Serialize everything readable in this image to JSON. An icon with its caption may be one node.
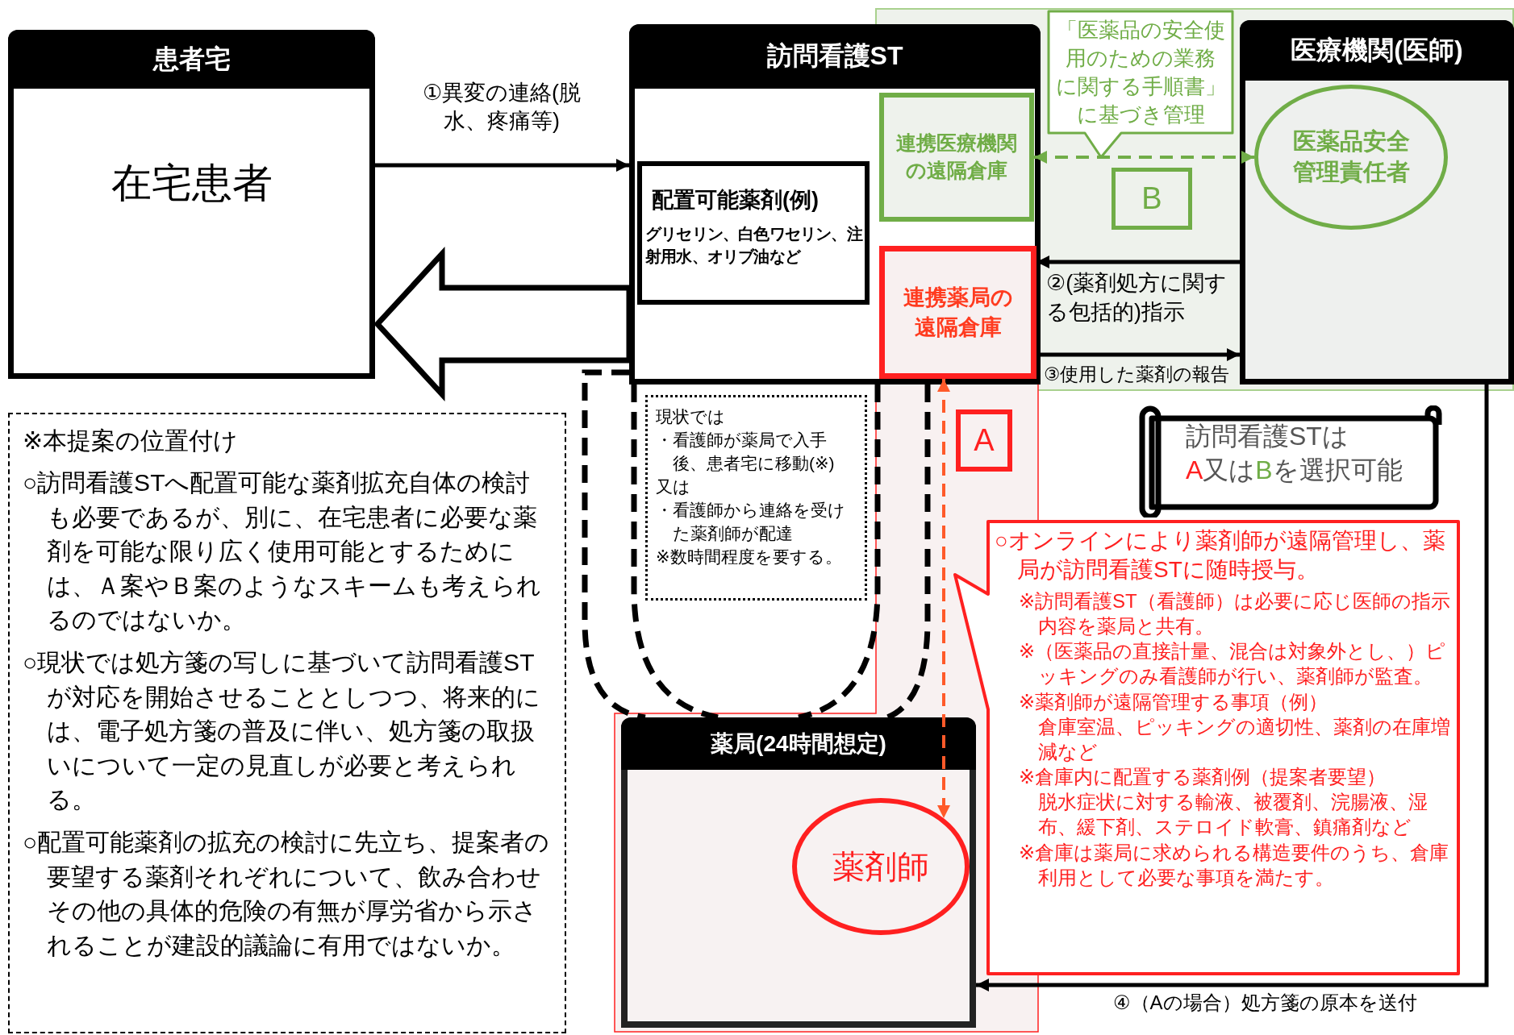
{
  "diagram": {
    "nodes": [
      {
        "text": [
          "患者宅",
          "在宅患者"
        ]
      },
      {
        "text": [
          "訪問看護ST"
        ]
      },
      {
        "text": [
          "配置可能薬剤(例)",
          "グリセリン、白色ワセリン、注射用水、オリブ油など"
        ],
        "in": 1
      },
      {
        "text": [
          "連携医療機関の遠隔倉庫"
        ],
        "in": 1
      },
      {
        "text": [
          "連携薬局の遠隔倉庫"
        ],
        "in": 1
      },
      {
        "text": [
          "医療機関(医師)"
        ]
      },
      {
        "text": [
          "医薬品安全管理責任者"
        ],
        "in": 5
      },
      {
        "text": [
          "「医薬品の安全使用のための業務に関する手順書」に基づき管理"
        ]
      },
      {
        "text": [
          "B"
        ]
      },
      {
        "text": [
          "A"
        ]
      },
      {
        "text": [
          "現状では",
          "・看護師が薬局で入手後、患者宅に移動(※)",
          "又は",
          "・看護師から連絡を受けた薬剤師が配達",
          "※数時間程度を要する。"
        ]
      },
      {
        "text": [
          "薬局(24時間想定)"
        ]
      },
      {
        "text": [
          "薬剤師"
        ],
        "in": 11
      },
      {
        "text": [
          "訪問看護STは",
          "A",
          "又は",
          "B",
          "を選択可能"
        ]
      },
      {
        "text": [
          "○オンラインにより薬剤師が遠隔管理し、薬局が訪問看護STに随時授与。",
          "※訪問看護ST（看護師）は必要に応じ医師の指示内容を薬局と共有。",
          "※（医薬品の直接計量、混合は対象外とし、）ピッキングのみ看護師が行い、薬剤師が監査。",
          "※薬剤師が遠隔管理する事項（例）",
          "倉庫室温、ピッキングの適切性、薬剤の在庫増減など",
          "※倉庫内に配置する薬剤例（提案者要望）",
          "脱水症状に対する輸液、被覆剤、浣腸液、湿布、緩下剤、ステロイド軟膏、鎮痛剤など",
          "※倉庫は薬局に求められる構造要件のうち、倉庫利用として必要な事項を満たす。"
        ]
      },
      {
        "text": [
          "※本提案の位置付け",
          "○訪問看護STへ配置可能な薬剤拡充自体の検討も必要であるが、別に、在宅患者に必要な薬剤を可能な限り広く使用可能とするためには、Ａ案やＢ案のようなスキームも考えられるのではないか。",
          "○現状では処方箋の写しに基づいて訪問看護STが対応を開始させることとしつつ、将来的には、電子処方箋の普及に伴い、処方箋の取扱いについて一定の見直しが必要と考えられる。",
          "○配置可能薬剤の拡充の検討に先立ち、提案者の要望する薬剤それぞれについて、飲み合わせその他の具体的危険の有無が厚労省から示されることが建設的議論に有用ではないか。"
        ]
      }
    ],
    "edges": [
      {
        "from": 0,
        "to": 1,
        "arrow": "to",
        "label": "①異変の連絡(脱水、疼痛等)"
      },
      {
        "from": 1,
        "to": 0,
        "arrow": "to",
        "style": "thick"
      },
      {
        "from": 5,
        "to": 4,
        "arrow": "to",
        "label": "②(薬剤処方に関する包括的)指示"
      },
      {
        "from": 4,
        "to": 5,
        "arrow": "to",
        "label": "③使用した薬剤の報告"
      },
      {
        "from": 3,
        "to": 6,
        "arrow": "both",
        "style": "dashed",
        "color": "#70ad47"
      },
      {
        "from": 5,
        "to": 11,
        "arrow": "to",
        "label": "④（Aの場合）処方箋の原本を送付"
      },
      {
        "from": 4,
        "to": 12,
        "arrow": "both",
        "style": "dashed",
        "color": "#ff5a2a"
      },
      {
        "from": 1,
        "to": 11,
        "arrow": "none",
        "style": "dashed"
      },
      {
        "from": 1,
        "to": 11,
        "arrow": "none",
        "style": "dashed"
      },
      {
        "from": 1,
        "to": 11,
        "arrow": "none",
        "style": "dashed"
      },
      {
        "from": 1,
        "to": 11,
        "arrow": "none",
        "style": "dashed"
      }
    ]
  }
}
